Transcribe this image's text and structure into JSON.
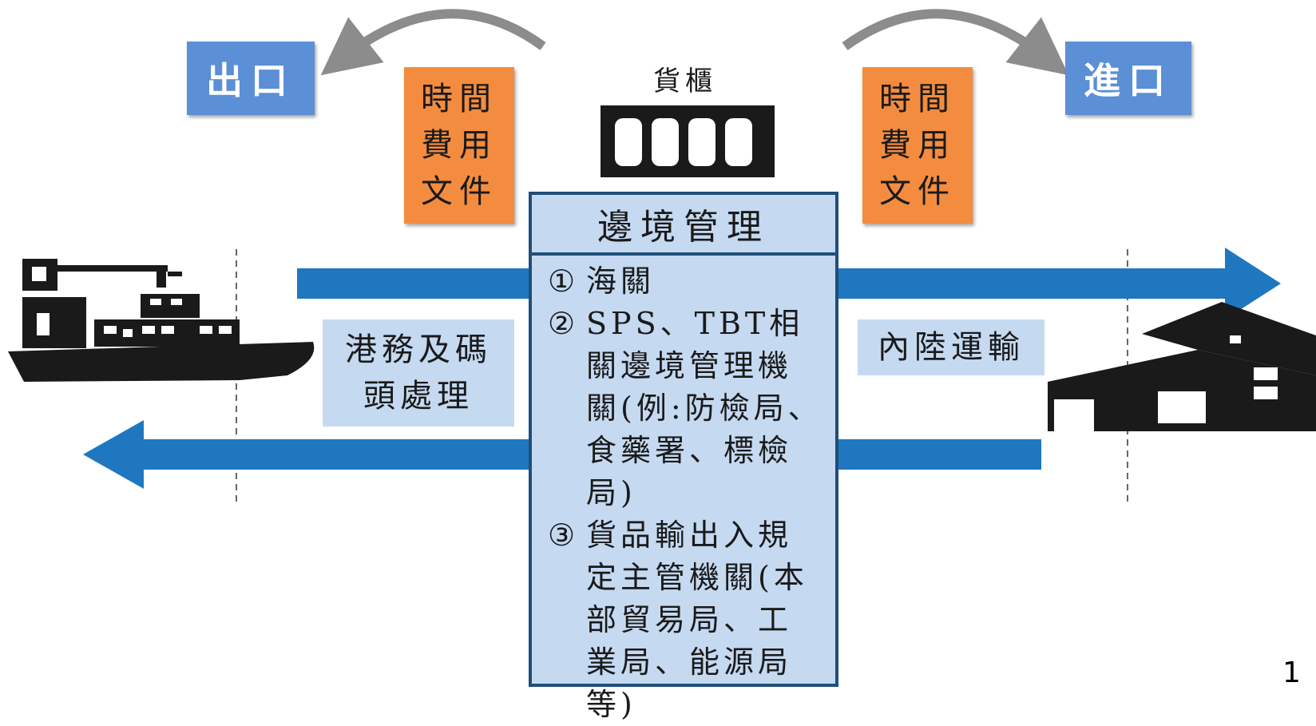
{
  "labels": {
    "export": "出口",
    "import": "進口",
    "container": "貨櫃",
    "port_handling": [
      "港務及碼",
      "頭處理"
    ],
    "inland_transport": "內陸運輸"
  },
  "cost_box_left": [
    "時間",
    "費用",
    "文件"
  ],
  "cost_box_right": [
    "時間",
    "費用",
    "文件"
  ],
  "border_management": {
    "title": "邊境管理",
    "items": [
      {
        "num": "①",
        "text": "海關"
      },
      {
        "num": "②",
        "text": "SPS、TBT相關邊境管理機關(例:防檢局、食藥署、標檢局)"
      },
      {
        "num": "③",
        "text": "貨品輸出入規定主管機關(本部貿易局、工業局、能源局等)"
      }
    ]
  },
  "page_number": "1",
  "icons": [
    "cargo-ship-icon",
    "shipping-container-icon",
    "warehouse-icon"
  ],
  "colors": {
    "arrow_blue": "#1f77c0",
    "label_blue": "#5b8fd6",
    "cost_orange": "#f48c3f",
    "panel_light_blue": "#c5d9f1",
    "panel_border": "#1f4e79",
    "curved_arrow_gray": "#8c8c8c"
  }
}
